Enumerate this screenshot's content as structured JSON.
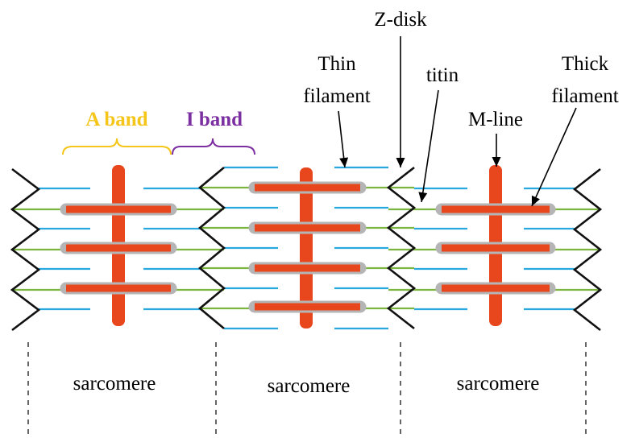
{
  "labels": {
    "z_disk": "Z-disk",
    "thin_filament": [
      "Thin",
      "filament"
    ],
    "titin": "titin",
    "thick_filament": [
      "Thick",
      "filament"
    ],
    "m_line": "M-line",
    "a_band": "A band",
    "i_band": "I band",
    "sarcomeres": [
      "sarcomere",
      "sarcomere",
      "sarcomere"
    ]
  },
  "colors": {
    "thin_filament": "#29a8e0",
    "titin": "#7bb540",
    "thick_filament": "#e8461d",
    "thick_filament_outline": "#b5b5b5",
    "z_disk": "#111111",
    "a_band_brace": "#f5c518",
    "i_band_brace": "#7b2fa0"
  }
}
